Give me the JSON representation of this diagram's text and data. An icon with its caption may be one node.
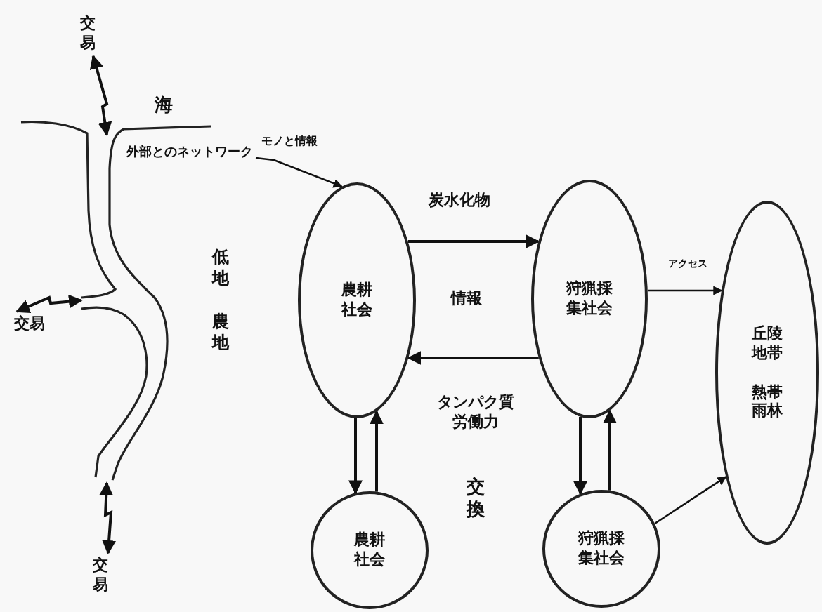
{
  "diagram": {
    "nodes": [
      {
        "text": [
          "交易"
        ]
      },
      {
        "text": [
          "外部とのネットワーク"
        ]
      },
      {
        "text": [
          "農耕社会"
        ]
      },
      {
        "text": [
          "狩猟採集社会"
        ]
      },
      {
        "text": [
          "丘陵地帯",
          "熱帯雨林"
        ]
      },
      {
        "text": [
          "交易"
        ]
      },
      {
        "text": [
          "農耕社会"
        ]
      },
      {
        "text": [
          "狩猟採集社会"
        ]
      },
      {
        "text": [
          "交易"
        ]
      },
      {
        "text": [],
        "shape": "picture"
      }
    ],
    "edges": [
      {
        "from": 9,
        "to": 0,
        "arrow": "both"
      },
      {
        "from": 9,
        "to": 5,
        "arrow": "both"
      },
      {
        "from": 9,
        "to": 8,
        "arrow": "both"
      },
      {
        "from": 1,
        "to": 2,
        "arrow": "to",
        "label": "モノと情報"
      },
      {
        "from": 2,
        "to": 3,
        "arrow": "to",
        "label": "炭水化物"
      },
      {
        "from": 3,
        "to": 2,
        "arrow": "to",
        "label": "タンパク質労働力"
      },
      {
        "from": 3,
        "to": 4,
        "arrow": "to",
        "label": "アクセス"
      },
      {
        "from": 2,
        "to": 6,
        "arrow": "to"
      },
      {
        "from": 6,
        "to": 2,
        "arrow": "to"
      },
      {
        "from": 3,
        "to": 7,
        "arrow": "to"
      },
      {
        "from": 7,
        "to": 3,
        "arrow": "to"
      },
      {
        "from": 7,
        "to": 4,
        "arrow": "to"
      }
    ],
    "labels": [
      "海",
      "低地",
      "農地",
      "情報",
      "交換"
    ]
  }
}
